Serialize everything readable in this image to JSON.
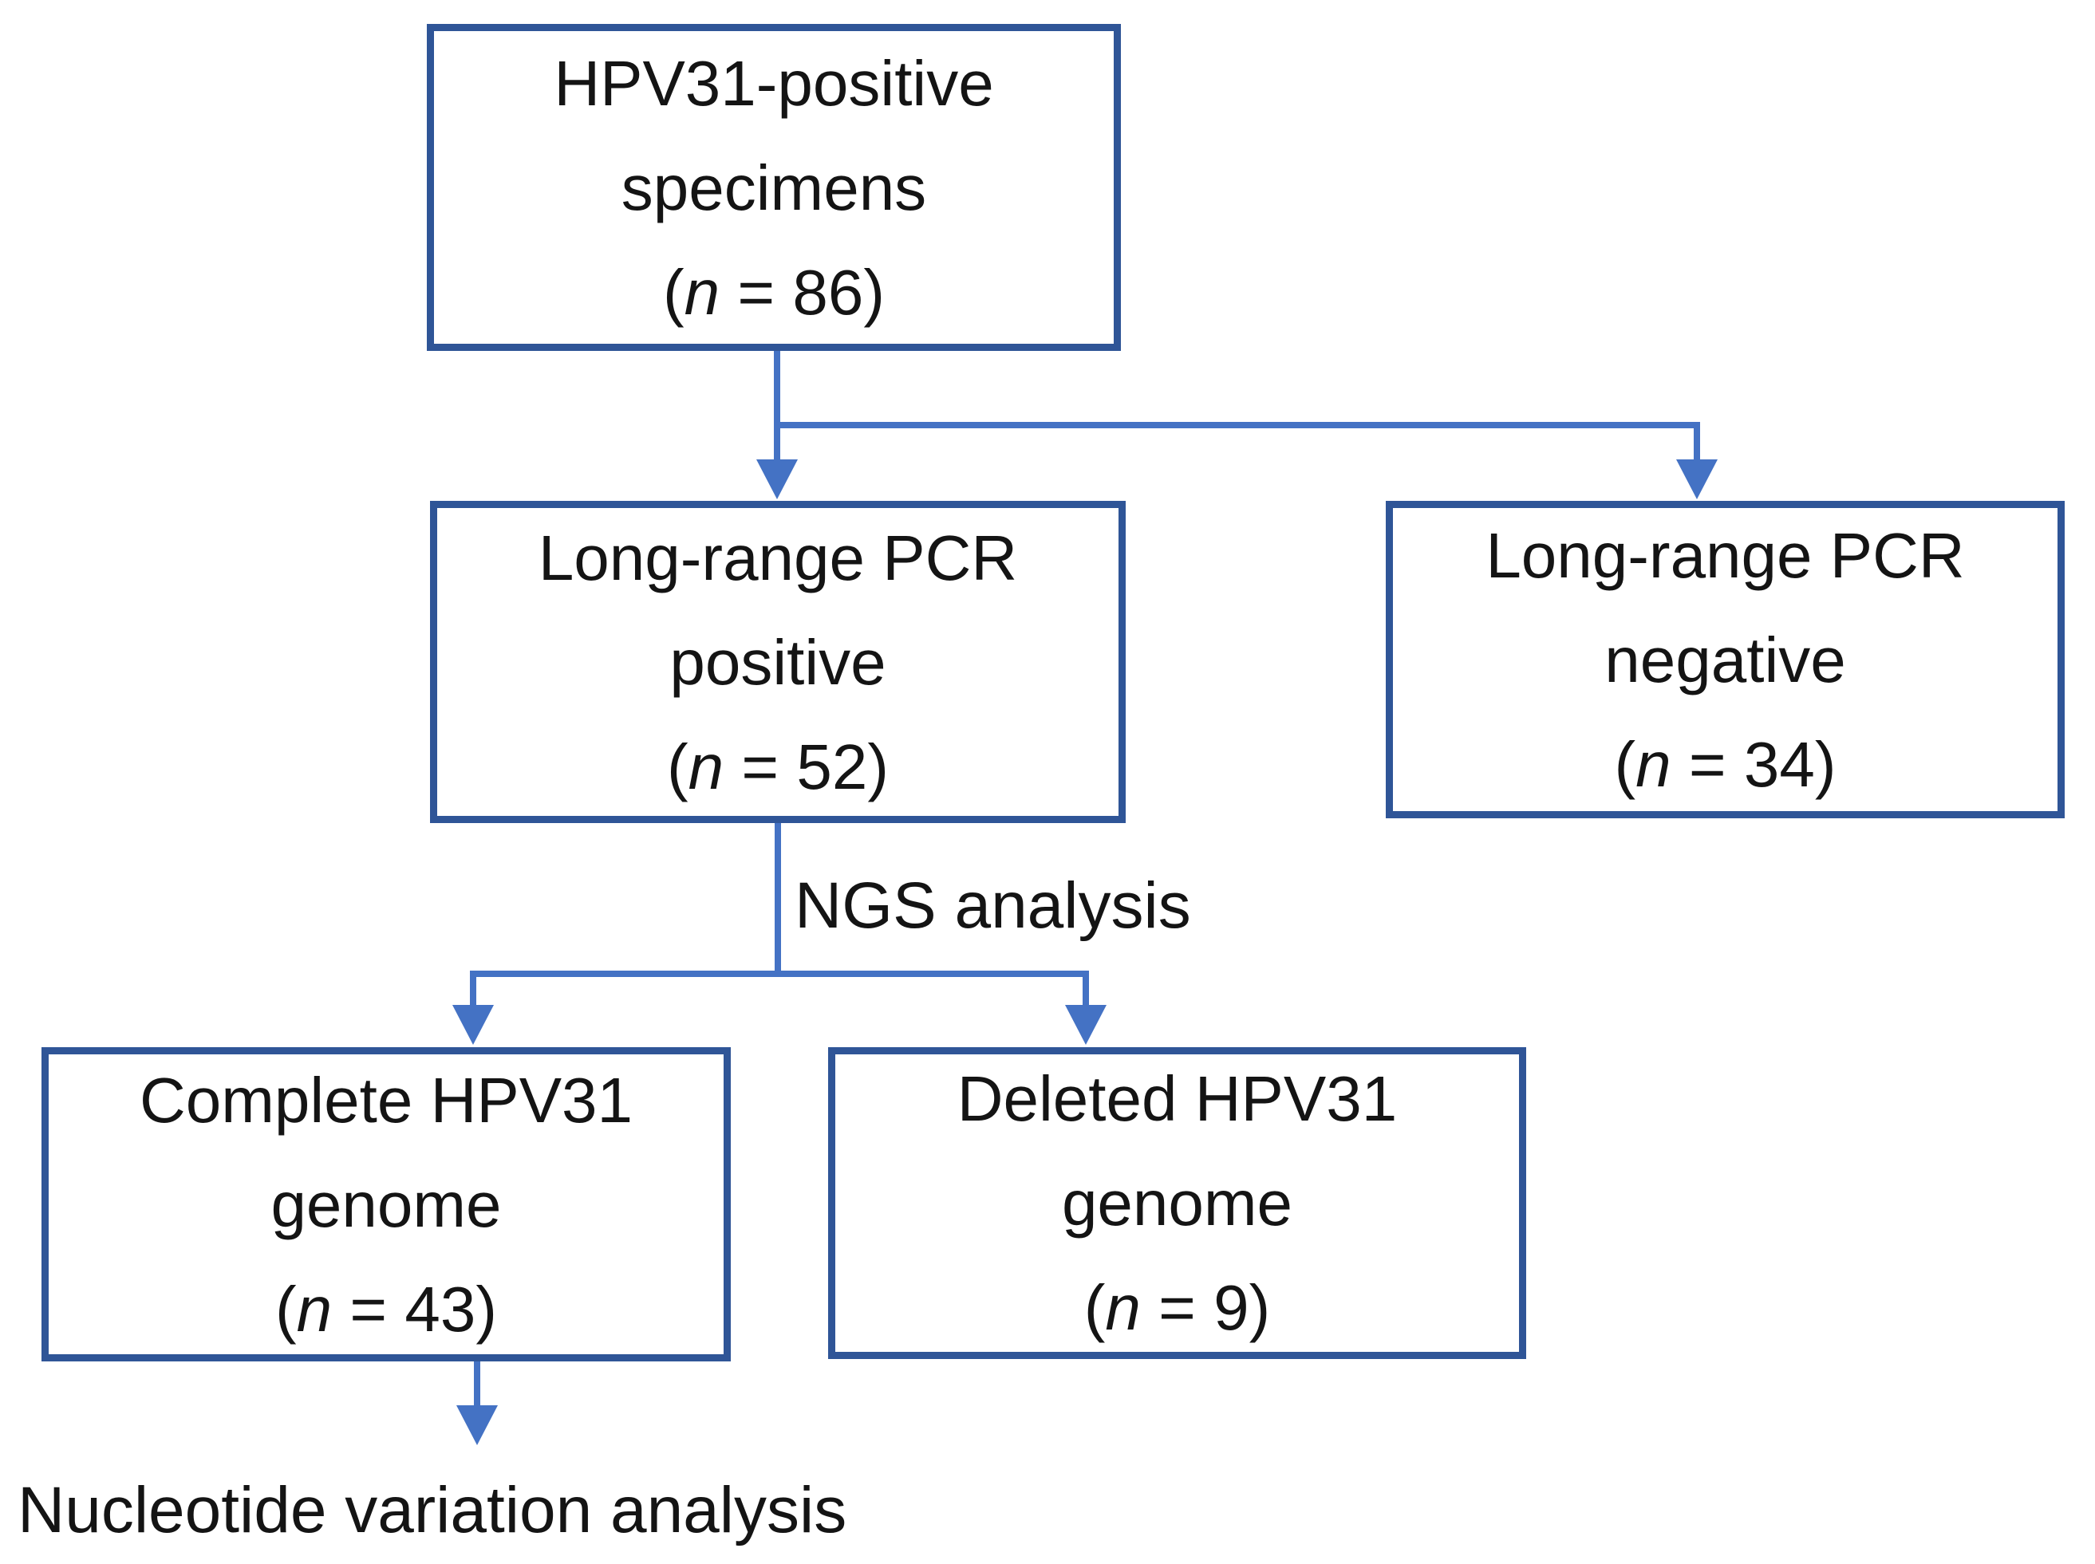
{
  "flowchart": {
    "type": "study-flow-diagram",
    "colors": {
      "box_border": "#2f5597",
      "connector": "#4472c4",
      "text": "#141414",
      "background": "#ffffff"
    },
    "nodes": [
      {
        "id": "hpv31-positive-specimens",
        "line1": "HPV31-positive",
        "line2": "specimens",
        "count_open": "(",
        "count_var": "n",
        "count_rest": " = 86)",
        "n_value": 86
      },
      {
        "id": "long-range-pcr-positive",
        "line1": "Long-range PCR",
        "line2": "positive",
        "count_open": "(",
        "count_var": "n",
        "count_rest": " = 52)",
        "n_value": 52
      },
      {
        "id": "long-range-pcr-negative",
        "line1": "Long-range PCR",
        "line2": "negative",
        "count_open": "(",
        "count_var": "n",
        "count_rest": " = 34)",
        "n_value": 34
      },
      {
        "id": "complete-hpv31-genome",
        "line1": "Complete HPV31",
        "line2": "genome",
        "count_open": "(",
        "count_var": "n",
        "count_rest": " = 43)",
        "n_value": 43
      },
      {
        "id": "deleted-hpv31-genome",
        "line1": "Deleted HPV31",
        "line2": "genome",
        "count_open": "(",
        "count_var": "n",
        "count_rest": " = 9)",
        "n_value": 9
      }
    ],
    "edge_labels": {
      "ngs": "NGS analysis"
    },
    "terminal_label": "Nucleotide variation analysis"
  }
}
